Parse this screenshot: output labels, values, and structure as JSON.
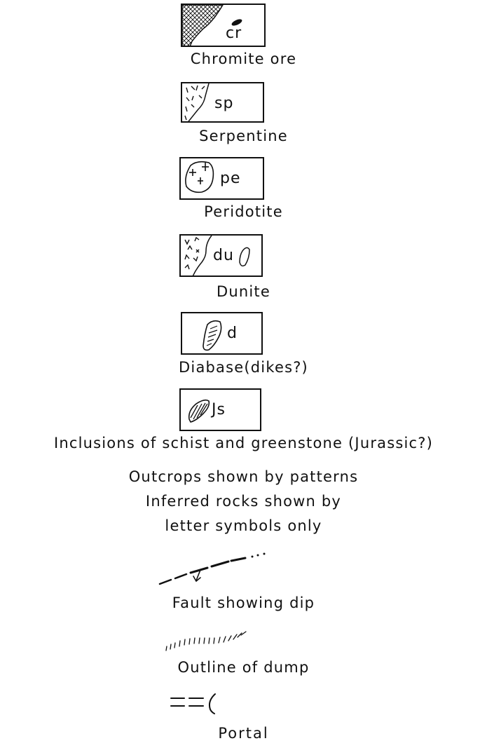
{
  "legend": {
    "units": [
      {
        "symbol": "cr",
        "caption": "Chromite ore"
      },
      {
        "symbol": "sp",
        "caption": "Serpentine"
      },
      {
        "symbol": "pe",
        "caption": "Peridotite"
      },
      {
        "symbol": "du",
        "caption": "Dunite"
      },
      {
        "symbol": "d",
        "caption": "Diabase(dikes?)"
      },
      {
        "symbol": "Js",
        "caption": "Inclusions of schist and greenstone (Jurassic?)"
      }
    ],
    "notes": [
      "Outcrops shown by patterns",
      "Inferred rocks shown by",
      "letter symbols only"
    ],
    "features": [
      {
        "icon": "fault-icon",
        "caption": "Fault showing dip"
      },
      {
        "icon": "dump-outline-icon",
        "caption": "Outline of dump"
      },
      {
        "icon": "portal-icon",
        "caption": "Portal"
      }
    ]
  }
}
